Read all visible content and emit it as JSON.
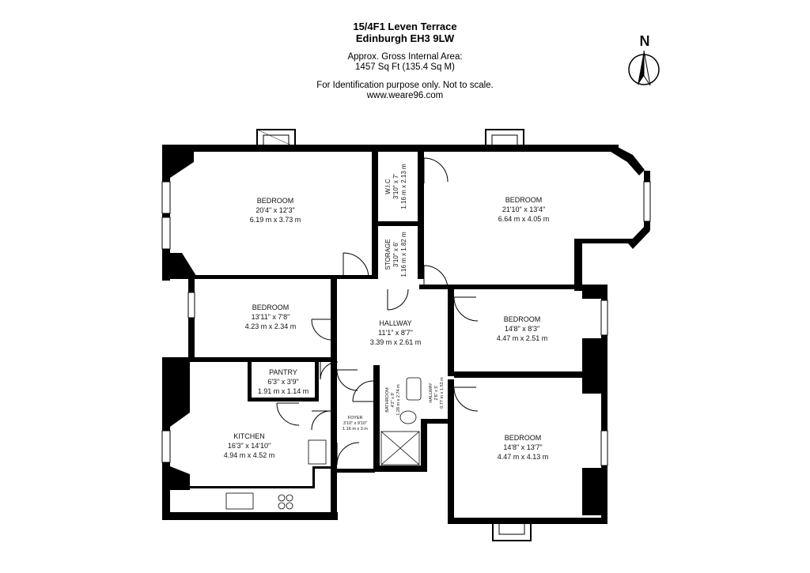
{
  "header": {
    "address_line1": "15/4F1 Leven Terrace",
    "address_line2": "Edinburgh EH3 9LW",
    "area_label": "Approx. Gross Internal Area:",
    "area_value": "1457 Sq Ft (135.4 Sq M)",
    "disclaimer": "For Identification purpose only. Not to scale.",
    "website": "www.weare96.com"
  },
  "compass": {
    "letter": "N",
    "icon": "north-arrow-icon"
  },
  "rooms": [
    {
      "name": "BEDROOM",
      "imperial": "20'4\" x 12'3\"",
      "metric": "6.19 m x 3.73 m"
    },
    {
      "name": "BEDROOM",
      "imperial": "21'10\" x 13'4\"",
      "metric": "6.64 m x 4.05 m"
    },
    {
      "name": "W.I.C",
      "imperial": "3'10\" x 7'",
      "metric": "1.16 m x 2.13 m"
    },
    {
      "name": "STORAGE",
      "imperial": "3'10\" x 6'",
      "metric": "1.16 m x 1.82 m"
    },
    {
      "name": "BEDROOM",
      "imperial": "13'11\" x 7'8\"",
      "metric": "4.23 m x 2.34 m"
    },
    {
      "name": "HALLWAY",
      "imperial": "11'1\" x 8'7\"",
      "metric": "3.39 m x 2.61 m"
    },
    {
      "name": "BEDROOM",
      "imperial": "14'8\" x 8'3\"",
      "metric": "4.47 m x 2.51 m"
    },
    {
      "name": "PANTRY",
      "imperial": "6'3\" x 3'9\"",
      "metric": "1.91 m x 1.14 m"
    },
    {
      "name": "BATHROOM",
      "imperial": "4'2\" x 9'",
      "metric": "1.28 m x 2.74 m"
    },
    {
      "name": "HALLWAY",
      "imperial": "2'6\" x 5'",
      "metric": "0.77 m x 1.53 m"
    },
    {
      "name": "KITCHEN",
      "imperial": "16'3\" x 14'10\"",
      "metric": "4.94 m x 4.52 m"
    },
    {
      "name": "FOYER",
      "imperial": "3'10\" x 9'10\"",
      "metric": "1.16 m x 3 m"
    },
    {
      "name": "BEDROOM",
      "imperial": "14'8\" x 13'7\"",
      "metric": "4.47 m x 4.13 m"
    }
  ]
}
